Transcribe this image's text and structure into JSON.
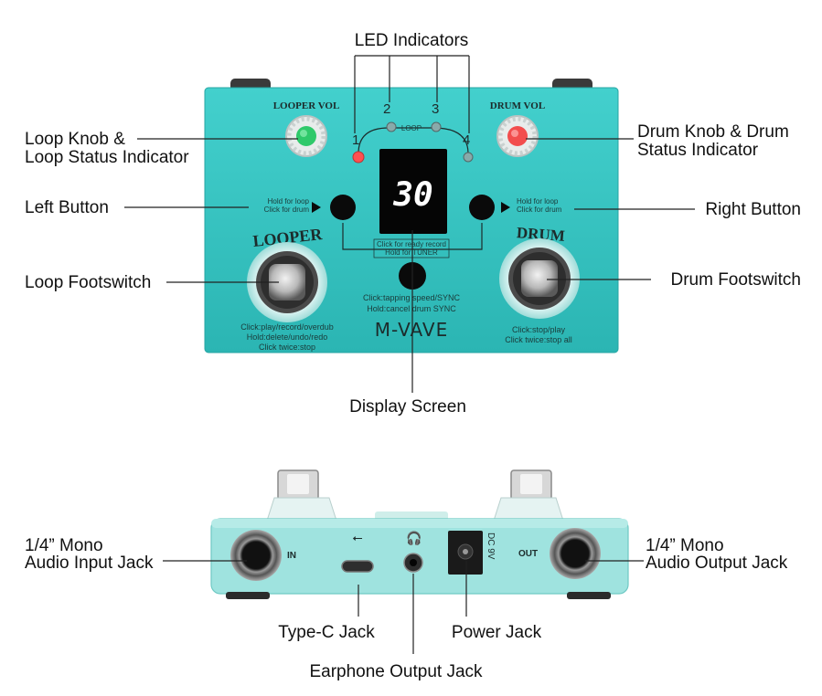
{
  "callouts": {
    "led_indicators": "LED Indicators",
    "loop_knob_line1": "Loop Knob &",
    "loop_knob_line2": "Loop Status Indicator",
    "drum_knob_line1": "Drum Knob & Drum",
    "drum_knob_line2": "Status Indicator",
    "left_button": "Left Button",
    "right_button": "Right Button",
    "loop_footswitch": "Loop Footswitch",
    "drum_footswitch": "Drum Footswitch",
    "display_screen": "Display Screen",
    "input_jack_line1": "1/4” Mono",
    "input_jack_line2": "Audio Input Jack",
    "output_jack_line1": "1/4” Mono",
    "output_jack_line2": "Audio Output Jack",
    "type_c_jack": "Type-C Jack",
    "power_jack": "Power Jack",
    "earphone_jack": "Earphone Output Jack"
  },
  "pedal_top": {
    "looper_vol": "LOOPER VOL",
    "drum_vol": "DRUM VOL",
    "loop_label": "LOOP",
    "led_numbers": [
      "1",
      "2",
      "3",
      "4"
    ],
    "display_value": "30",
    "left_hint_1": "Hold for loop",
    "left_hint_2": "Click for drum",
    "right_hint_1": "Hold for loop",
    "right_hint_2": "Click for drum",
    "center_hint_1": "Click for ready record",
    "center_hint_2": "Hold for TUNER",
    "looper_title": "LOOPER",
    "drum_title": "DRUM",
    "center_btn_1": "Click:tapping speed/SYNC",
    "center_btn_2": "Hold:cancel drum SYNC",
    "brand": "M-VAVE",
    "looper_fs_1": "Click:play/record/overdub",
    "looper_fs_2": "Hold:delete/undo/redo",
    "looper_fs_3": "Click twice:stop",
    "drum_fs_1": "Click:stop/play",
    "drum_fs_2": "Click twice:stop all"
  },
  "pedal_side": {
    "in_label": "IN",
    "out_label": "OUT",
    "dc_label": "DC 9V",
    "usb_symbol": "⭠"
  },
  "colors": {
    "pedal_body": "#35c4c2",
    "pedal_side": "#9fe3df",
    "display_digits": "#ffffff",
    "led_red": "#ff5050",
    "knob_green": "#2fc96a",
    "knob_red": "#f24d4d"
  }
}
